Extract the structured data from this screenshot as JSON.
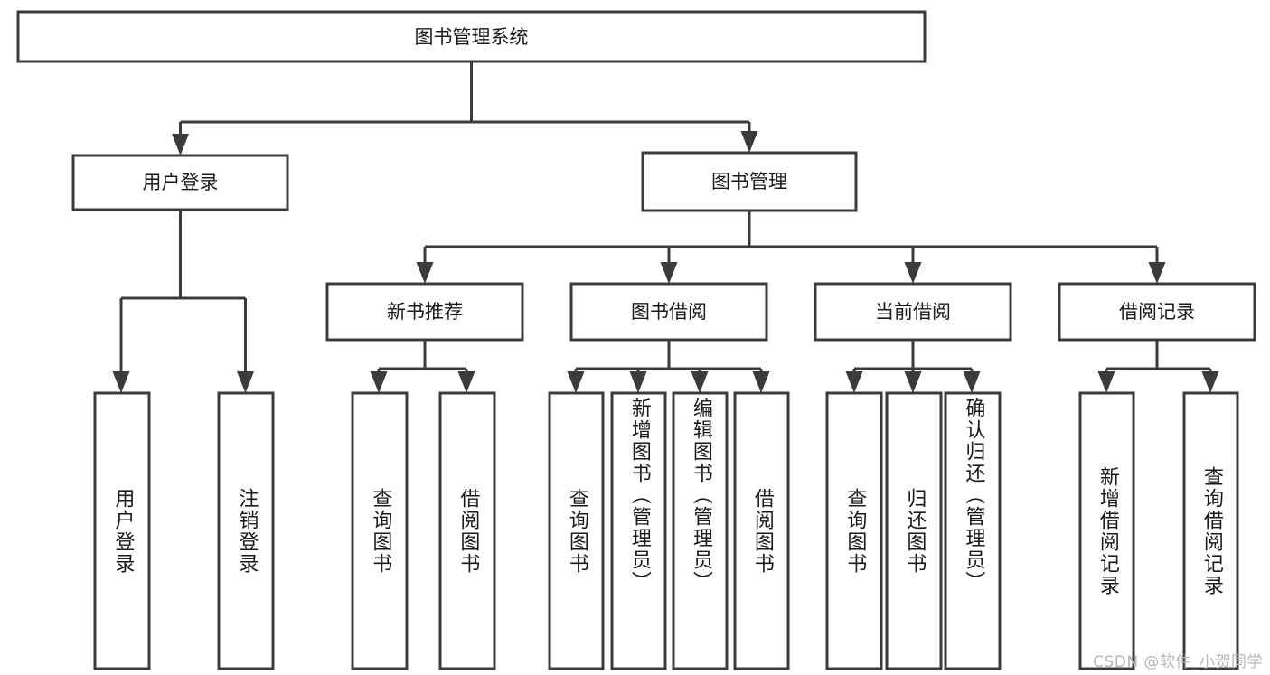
{
  "diagram": {
    "type": "tree-hierarchy-chart",
    "title": "图书管理系统",
    "watermark": "CSDN @软件_小贺同学",
    "colors": {
      "stroke": "#3b3b3b",
      "fill": "#ffffff",
      "text": "#1a1a1a",
      "watermark": "#b7b7b7",
      "background": "#ffffff"
    },
    "root": {
      "label": "图书管理系统"
    },
    "level2": [
      {
        "label": "用户登录"
      },
      {
        "label": "图书管理"
      }
    ],
    "level3": [
      {
        "label": "新书推荐"
      },
      {
        "label": "图书借阅"
      },
      {
        "label": "当前借阅"
      },
      {
        "label": "借阅记录"
      }
    ],
    "leaves": {
      "user_login": [
        {
          "label": "用户登录"
        },
        {
          "label": "注销登录"
        }
      ],
      "new_book_recommend": [
        {
          "label": "查询图书"
        },
        {
          "label": "借阅图书"
        }
      ],
      "book_borrow": [
        {
          "label": "查询图书"
        },
        {
          "label": "新增图书（管理员）"
        },
        {
          "label": "编辑图书（管理员）"
        },
        {
          "label": "借阅图书"
        }
      ],
      "current_borrow": [
        {
          "label": "查询图书"
        },
        {
          "label": "归还图书"
        },
        {
          "label": "确认归还（管理员）"
        }
      ],
      "borrow_record": [
        {
          "label": "新增借阅记录"
        },
        {
          "label": "查询借阅记录"
        }
      ]
    }
  }
}
